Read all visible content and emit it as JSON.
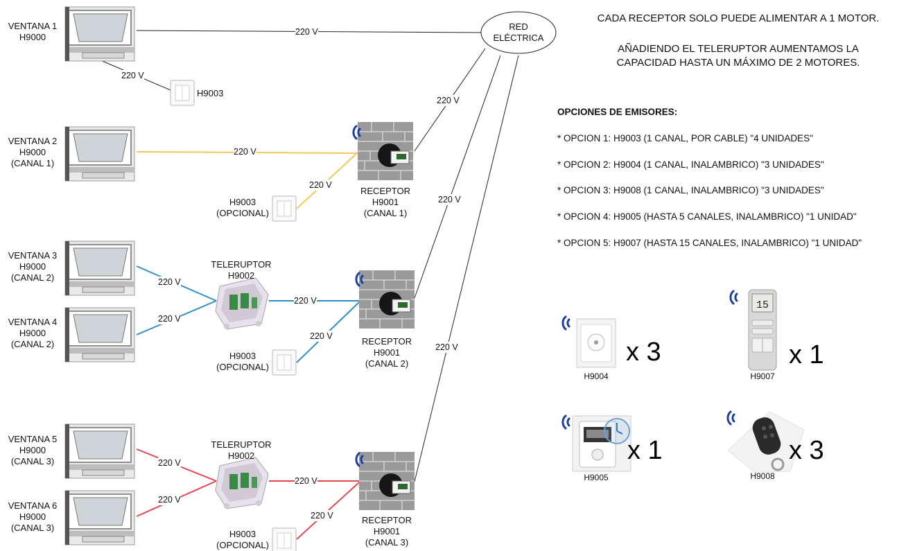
{
  "network": {
    "line1": "RED",
    "line2": "ELÉCTRICA"
  },
  "voltage_label": "220 V",
  "windows": [
    {
      "name": "VENTANA 1",
      "model": "H9000",
      "channel": ""
    },
    {
      "name": "VENTANA 2",
      "model": "H9000",
      "channel": "(CANAL 1)"
    },
    {
      "name": "VENTANA 3",
      "model": "H9000",
      "channel": "(CANAL 2)"
    },
    {
      "name": "VENTANA 4",
      "model": "H9000",
      "channel": "(CANAL 2)"
    },
    {
      "name": "VENTANA 5",
      "model": "H9000",
      "channel": "(CANAL 3)"
    },
    {
      "name": "VENTANA 6",
      "model": "H9000",
      "channel": "(CANAL 3)"
    }
  ],
  "switches": [
    {
      "model": "H9003",
      "note": ""
    },
    {
      "model": "H9003",
      "note": "(OPCIONAL)"
    },
    {
      "model": "H9003",
      "note": "(OPCIONAL)"
    },
    {
      "model": "H9003",
      "note": "(OPCIONAL)"
    }
  ],
  "receivers": [
    {
      "name": "RECEPTOR",
      "model": "H9001",
      "channel": "(CANAL 1)"
    },
    {
      "name": "RECEPTOR",
      "model": "H9001",
      "channel": "(CANAL 2)"
    },
    {
      "name": "RECEPTOR",
      "model": "H9001",
      "channel": "(CANAL 3)"
    }
  ],
  "teleruptors": [
    {
      "name": "TELERUPTOR",
      "model": "H9002"
    },
    {
      "name": "TELERUPTOR",
      "model": "H9002"
    }
  ],
  "notes": {
    "line1": "CADA RECEPTOR SOLO PUEDE ALIMENTAR A 1 MOTOR.",
    "line2a": "AÑADIENDO EL TELERUPTOR AUMENTAMOS LA",
    "line2b": "CAPACIDAD HASTA UN MÁXIMO DE 2 MOTORES."
  },
  "emitters": {
    "heading": "OPCIONES DE EMISORES:",
    "options": [
      "* OPCION 1: H9003 (1 CANAL, POR CABLE) \"4 UNIDADES\"",
      "* OPCION 2: H9004 (1 CANAL, INALAMBRICO) \"3 UNIDADES\"",
      "* OPCION 3: H9008 (1 CANAL, INALAMBRICO) \"3 UNIDADES\"",
      "* OPCION 4: H9005 (HASTA 5 CANALES, INALAMBRICO) \"1 UNIDAD\"",
      "* OPCION 5: H9007 (HASTA 15 CANALES, INALAMBRICO) \"1 UNIDAD\""
    ]
  },
  "devices": [
    {
      "model": "H9004",
      "qty": "x 3",
      "icon": "wall-remote-icon"
    },
    {
      "model": "H9007",
      "qty": "x 1",
      "icon": "handheld-remote-icon",
      "display": "15"
    },
    {
      "model": "H9005",
      "qty": "x 1",
      "icon": "timer-remote-icon"
    },
    {
      "model": "H9008",
      "qty": "x 3",
      "icon": "keyfob-remote-icon"
    }
  ],
  "colors": {
    "black_wire": "#222222",
    "canal1": "#f2c75c",
    "canal2": "#2e8fc7",
    "canal3": "#e5474f",
    "wireless": "#1c3f9e"
  }
}
